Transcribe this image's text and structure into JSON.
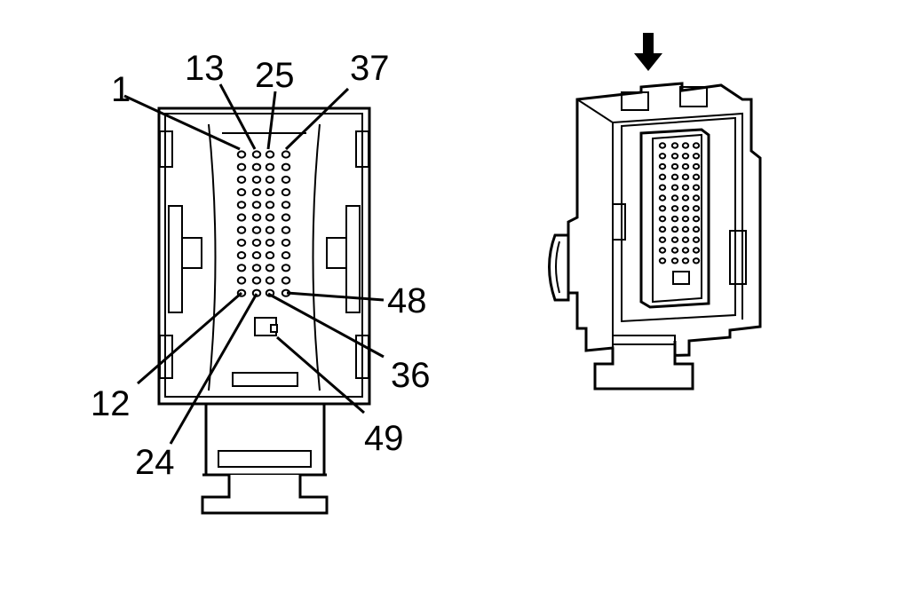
{
  "pin_labels": {
    "p1": "1",
    "p13": "13",
    "p25": "25",
    "p37": "37",
    "p48": "48",
    "p36": "36",
    "p12": "12",
    "p24": "24",
    "p49": "49"
  },
  "icons": {
    "insertion_arrow": "arrow-down-icon"
  }
}
